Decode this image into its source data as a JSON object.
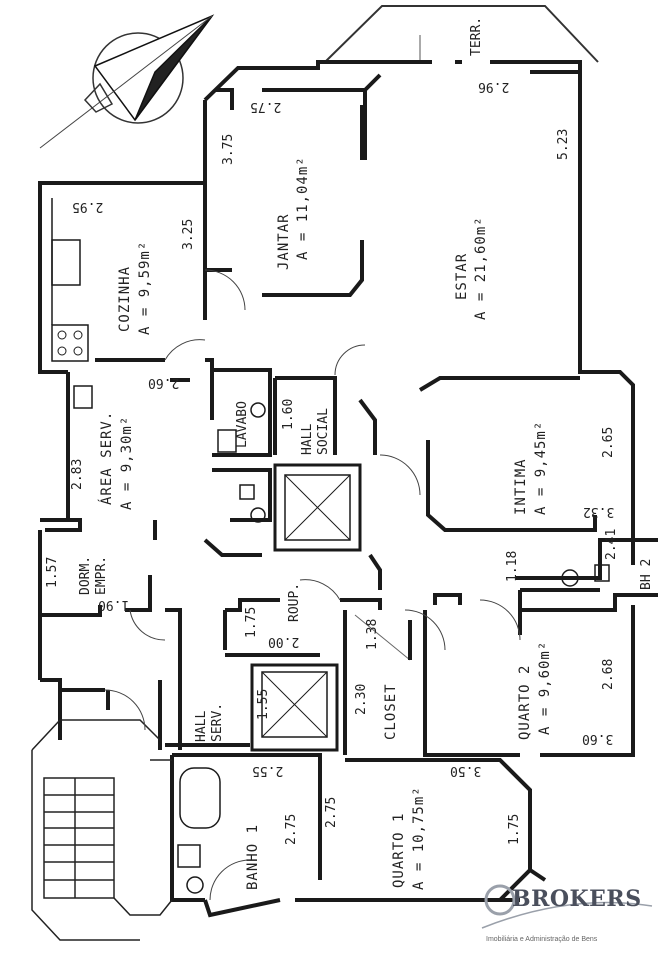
{
  "plan": {
    "rooms": [
      {
        "id": "terr",
        "name": "TERR.",
        "area": ""
      },
      {
        "id": "jantar",
        "name": "JANTAR",
        "area": "A = 11,04m²"
      },
      {
        "id": "estar",
        "name": "ESTAR",
        "area": "A = 21,60m²"
      },
      {
        "id": "cozinha",
        "name": "COZINHA",
        "area": "A = 9,59m²"
      },
      {
        "id": "area_serv",
        "name": "ÁREA SERV.",
        "area": "A = 9,30m²"
      },
      {
        "id": "lavabo",
        "name": "LAVABO",
        "area": ""
      },
      {
        "id": "hall_social",
        "name": "HALL SOCIAL",
        "area": ""
      },
      {
        "id": "intima",
        "name": "INTIMA",
        "area": "A = 9,45m²"
      },
      {
        "id": "dorm_empr",
        "name": "DORM. EMPR.",
        "area": ""
      },
      {
        "id": "roup",
        "name": "ROUP.",
        "area": ""
      },
      {
        "id": "bh2",
        "name": "BH 2",
        "area": ""
      },
      {
        "id": "quarto2",
        "name": "QUARTO 2",
        "area": "A = 9,60m²"
      },
      {
        "id": "hall_serv",
        "name": "HALL SERV.",
        "area": ""
      },
      {
        "id": "closet",
        "name": "CLOSET",
        "area": ""
      },
      {
        "id": "banho1",
        "name": "BANHO 1",
        "area": ""
      },
      {
        "id": "quarto1",
        "name": "QUARTO 1",
        "area": "A = 10,75m²"
      }
    ],
    "dimensions": {
      "jantar_w": "2.75",
      "jantar_h": "3.75",
      "estar_w": "2.96",
      "estar_h": "5.23",
      "cozinha_w": "2.95",
      "cozinha_h": "3.25",
      "area_serv_w": "2.60",
      "area_serv_h": "2.83",
      "hall_social_w": "1.60",
      "intima_h": "2.65",
      "intima_w": "3.32",
      "dorm_w": "1.90",
      "dorm_h": "1.57",
      "roup_h": "1.75",
      "roup_w": "2.00",
      "bh2_w": "2.41",
      "bh2_h": "1.18",
      "closet_w": "1.38",
      "closet_h": "2.30",
      "quarto2_h": "2.68",
      "quarto2_w": "3.60",
      "hall_serv_h": "1.55",
      "banho1_w": "2.55",
      "banho1_h": "2.75",
      "quarto1_h1": "2.75",
      "quarto1_w": "3.50",
      "quarto1_h2": "1.75"
    }
  },
  "brand": {
    "name": "BROKERS",
    "tagline": "Imobiliária e Administração de Bens"
  },
  "colors": {
    "line": "#1a1a1a",
    "thin": "#555555",
    "brand": "#4a4f5c"
  }
}
